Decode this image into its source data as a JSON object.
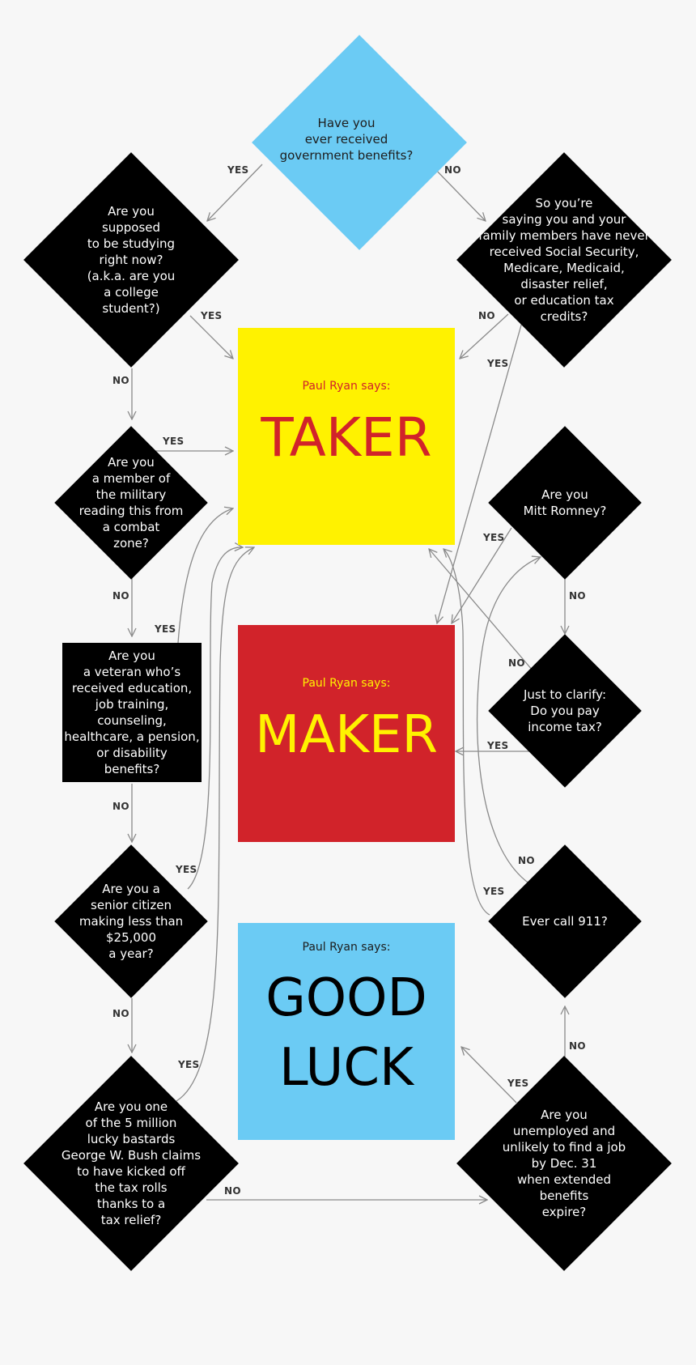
{
  "colors": {
    "background": "#f7f7f7",
    "light_blue": "#6bcbf4",
    "black": "#000000",
    "yellow": "#fff200",
    "red": "#d1232a",
    "connector": "#8a8a8a"
  },
  "questions": {
    "q_start": "Have you\never received\ngovernment benefits?",
    "q_studying": "Are you\nsupposed\nto be studying\nright now?\n(a.k.a. are you\na college\nstudent?)",
    "q_military": "Are you\na member of\nthe military\nreading this from\na  combat\nzone?",
    "q_veteran": "Are you\na veteran who’s\nreceived education,\njob training,\ncounseling,\nhealthcare, a pension,\nor disability\nbenefits?",
    "q_senior": "Are you a\nsenior citizen\nmaking less than\n$25,000\na year?",
    "q_lucky": "Are you one\nof the 5 million\nlucky bastards\nGeorge W. Bush claims\nto have kicked off\nthe tax rolls\nthanks to a\ntax relief?",
    "q_never": "So you’re\nsaying you and your\nfamily members have never\nreceived Social Security,\nMedicare, Medicaid,\ndisaster relief,\nor education tax\ncredits?",
    "q_romney": "Are you\nMitt Romney?",
    "q_clarify": "Just to clarify:\nDo you pay\nincome tax?",
    "q_911": "Ever call 911?",
    "q_unemployed": "Are you\nunemployed and\nunlikely to find a job\nby Dec. 31\nwhen extended\nbenefits\nexpire?"
  },
  "results": {
    "taker": {
      "says": "Paul Ryan says:",
      "verdict": "TAKER"
    },
    "maker": {
      "says": "Paul Ryan says:",
      "verdict": "MAKER"
    },
    "good_luck": {
      "says": "Paul Ryan says:",
      "verdict": "GOOD\nLUCK"
    }
  },
  "labels": {
    "yes": "YES",
    "no": "NO"
  }
}
